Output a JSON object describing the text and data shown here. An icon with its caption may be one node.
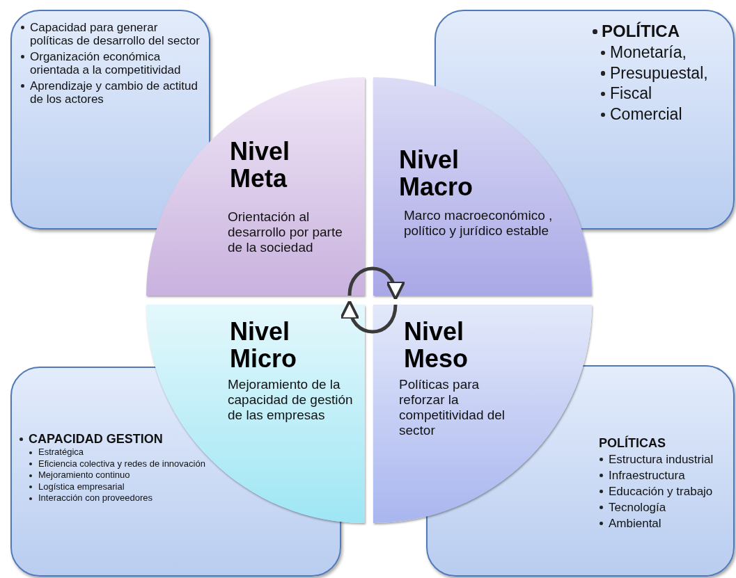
{
  "diagram": {
    "nodes": [
      {
        "text": [
          "Capacidad para generar políticas de desarrollo del sector",
          "Organización económica orientada a la competitividad",
          "Aprendizaje y cambio de actitud de los actores"
        ]
      },
      {
        "text": [
          "POLÍTICA",
          "Monetaría,",
          "Presupuestal,",
          "Fiscal",
          "Comercial"
        ]
      },
      {
        "text": [
          "Nivel Meta",
          "Orientación al desarrollo por parte de la sociedad"
        ]
      },
      {
        "text": [
          "Nivel Macro",
          "Marco macroeconómico , político y jurídico estable"
        ]
      },
      {
        "text": [
          "Nivel Micro",
          "Mejoramiento de la capacidad de gestión de las empresas"
        ]
      },
      {
        "text": [
          "Nivel Meso",
          "Políticas para reforzar la competitividad del sector"
        ]
      },
      {
        "text": [
          "CAPACIDAD GESTION",
          "Estratégica",
          "Eficiencia colectiva y redes de innovación",
          "Mejoramiento continuo",
          "Logística empresarial",
          "Interacción con proveedores"
        ]
      },
      {
        "text": [
          "POLÍTICAS",
          "Estructura industrial",
          "Infraestructura",
          "Educación y trabajo",
          "Tecnología",
          "Ambiental"
        ]
      }
    ],
    "edges": [
      {
        "from": 2,
        "to": 3,
        "arrow": "to"
      },
      {
        "from": 5,
        "to": 4,
        "arrow": "to"
      }
    ]
  }
}
